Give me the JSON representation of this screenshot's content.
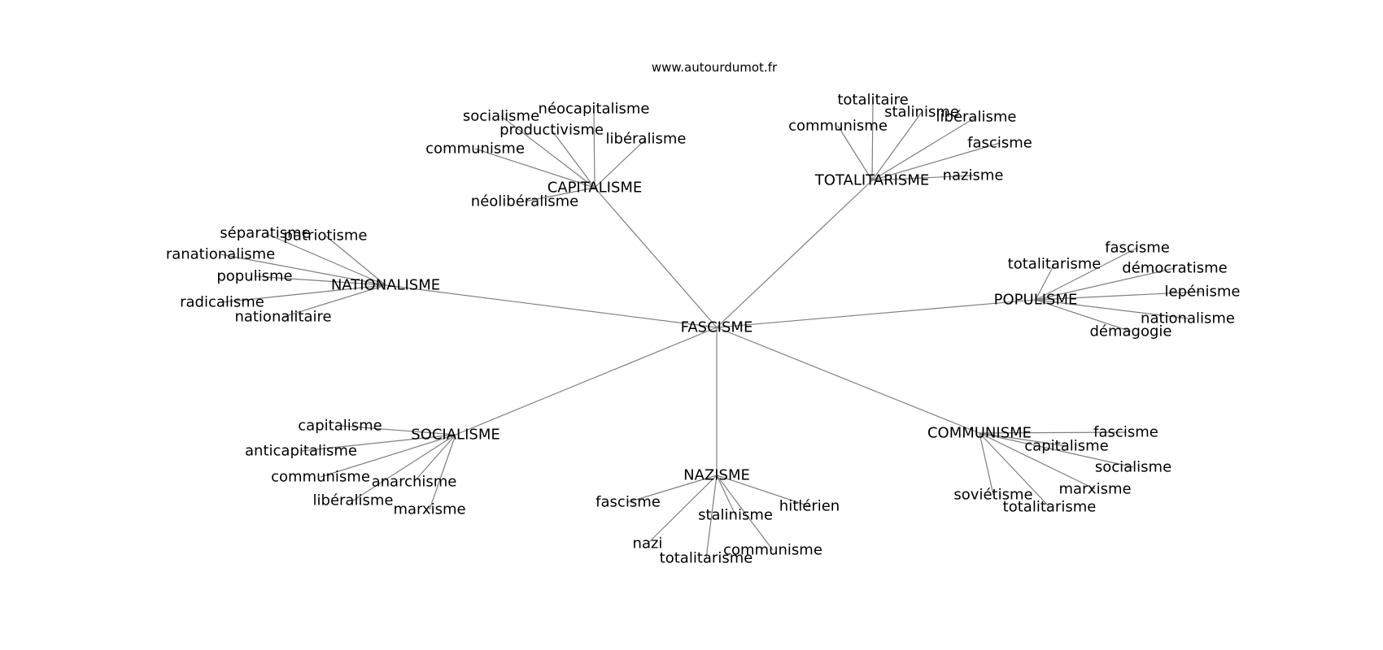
{
  "source": "www.autourdumot.fr",
  "graph": {
    "center": "FASCISME",
    "groups": [
      {
        "hub": "CAPITALISME",
        "leaves": [
          "socialisme",
          "néocapitalisme",
          "productivisme",
          "libéralisme",
          "communisme",
          "néolibéralisme"
        ]
      },
      {
        "hub": "TOTALITARISME",
        "leaves": [
          "totalitaire",
          "stalinisme",
          "libéralisme",
          "communisme",
          "fascisme",
          "nazisme"
        ]
      },
      {
        "hub": "NATIONALISME",
        "leaves": [
          "séparatisme",
          "patriotisme",
          "ranationalisme",
          "populisme",
          "radicalisme",
          "nationalitaire"
        ]
      },
      {
        "hub": "POPULISME",
        "leaves": [
          "fascisme",
          "totalitarisme",
          "démocratisme",
          "lepénisme",
          "nationalisme",
          "démagogie"
        ]
      },
      {
        "hub": "SOCIALISME",
        "leaves": [
          "capitalisme",
          "anticapitalisme",
          "communisme",
          "anarchisme",
          "libéralisme",
          "marxisme"
        ]
      },
      {
        "hub": "NAZISME",
        "leaves": [
          "fascisme",
          "hitlérien",
          "stalinisme",
          "nazi",
          "communisme",
          "totalitarisme"
        ]
      },
      {
        "hub": "COMMUNISME",
        "leaves": [
          "fascisme",
          "capitalisme",
          "socialisme",
          "marxisme",
          "soviétisme",
          "totalitarisme"
        ]
      }
    ]
  }
}
